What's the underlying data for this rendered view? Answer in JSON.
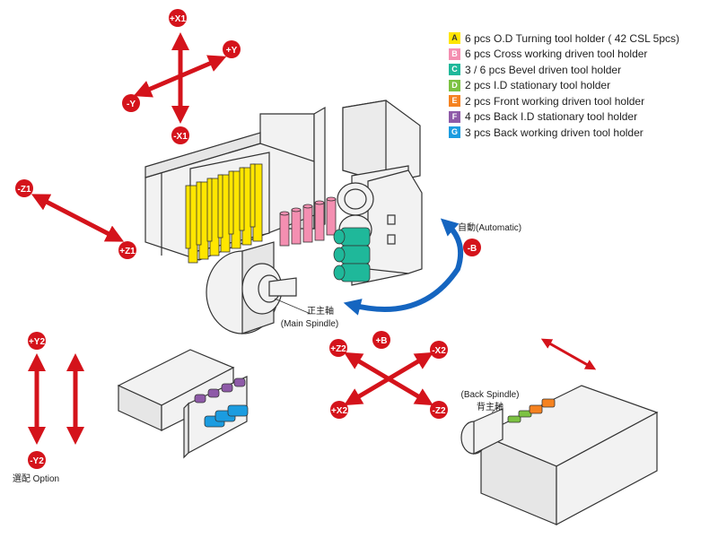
{
  "legend": [
    {
      "key": "A",
      "text": "6 pcs O.D Turning tool holder ( 42 CSL 5pcs)",
      "color": "#ffe600",
      "key_text_color": "#333333"
    },
    {
      "key": "B",
      "text": "6 pcs Cross working driven tool holder",
      "color": "#f48fb1",
      "key_text_color": "#ffffff"
    },
    {
      "key": "C",
      "text": "3 / 6 pcs Bevel driven tool holder",
      "color": "#1fb89a",
      "key_text_color": "#ffffff"
    },
    {
      "key": "D",
      "text": "2 pcs I.D stationary tool holder",
      "color": "#7cc242",
      "key_text_color": "#ffffff"
    },
    {
      "key": "E",
      "text": "2 pcs Front working driven tool holder",
      "color": "#f58220",
      "key_text_color": "#ffffff"
    },
    {
      "key": "F",
      "text": "4 pcs Back I.D stationary tool holder",
      "color": "#8e5aa8",
      "key_text_color": "#ffffff"
    },
    {
      "key": "G",
      "text": "3 pcs Back working driven tool holder",
      "color": "#1b9ce0",
      "key_text_color": "#ffffff"
    }
  ],
  "axes": {
    "x1_plus": "+X1",
    "y_plus": "+Y",
    "y_minus": "-Y",
    "x1_minus": "-X1",
    "z1_minus": "-Z1",
    "z1_plus": "+Z1",
    "b_minus": "-B",
    "b_plus": "+B",
    "z2_plus": "+Z2",
    "x2_minus": "-X2",
    "x2_plus": "+X2",
    "z2_minus": "-Z2",
    "y2_plus": "+Y2",
    "y2_minus": "-Y2"
  },
  "labels": {
    "automatic": "自動(Automatic)",
    "main_spindle_cn": "正主軸",
    "main_spindle_en": "(Main Spindle)",
    "back_spindle_en": "(Back Spindle)",
    "back_spindle_cn": "背主軸",
    "option": "選配 Option"
  },
  "colors": {
    "axis_red": "#d4131b",
    "rotation_blue": "#1565c0",
    "machine_fill": "#f2f2f2",
    "machine_stroke": "#333333"
  }
}
